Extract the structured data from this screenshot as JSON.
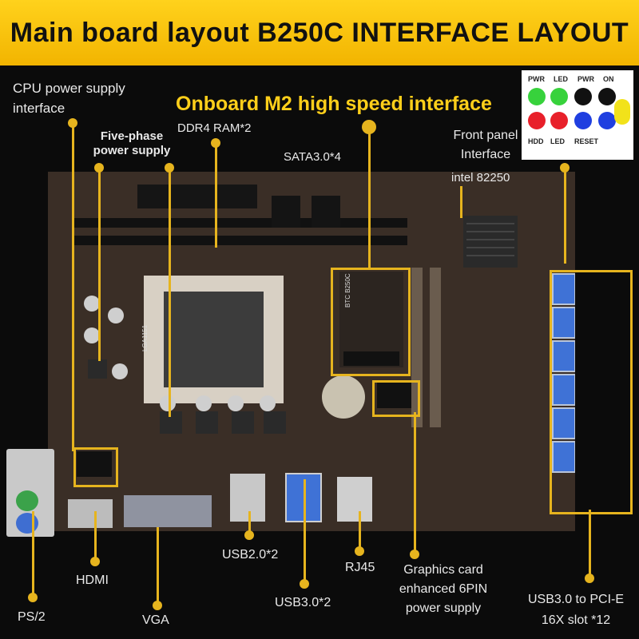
{
  "header": {
    "title": "Main board layout B250C INTERFACE LAYOUT"
  },
  "labels": {
    "cpu_power": "CPU power supply\ninterface",
    "ddr4": "DDR4 RAM*2",
    "five_phase": "Five-phase\npower supply",
    "m2": "Onboard M2 high speed interface",
    "sata": "SATA3.0*4",
    "front_panel": "Front panel\nInterface",
    "intel": "intel 82250",
    "hdmi": "HDMI",
    "ps2": "PS/2",
    "vga": "VGA",
    "usb2": "USB2.0*2",
    "usb3": "USB3.0*2",
    "rj45": "RJ45",
    "gpu_power": "Graphics card\nenhanced 6PIN\npower supply",
    "pcie": "USB3.0 to PCI-E\n16X slot *12"
  },
  "legend": {
    "top": [
      "PWR",
      "LED",
      "PWR",
      "ON"
    ],
    "bottom": [
      "HDD",
      "LED",
      "RESET"
    ],
    "colors": [
      "#37d23c",
      "#37d23c",
      "#111111",
      "#111111",
      "#e8202a",
      "#e8202a",
      "#1f3fe0",
      "#f2e21a"
    ]
  },
  "board_text": {
    "socket": "LGA1151",
    "model": "BTC B250C"
  }
}
